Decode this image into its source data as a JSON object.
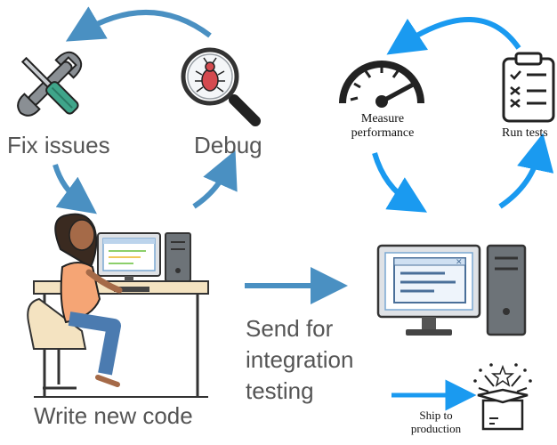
{
  "labels": {
    "fix_issues": "Fix issues",
    "debug": "Debug",
    "write_new_code": "Write new code",
    "send_for": "Send for",
    "integration": "integration",
    "testing": "testing",
    "measure": "Measure",
    "performance": "performance",
    "run_tests": "Run tests",
    "ship_to": "Ship to",
    "production": "production"
  },
  "icons": [
    "wrench-screwdriver-icon",
    "bug-magnifier-icon",
    "speedometer-icon",
    "checklist-icon",
    "developer-at-desk-icon",
    "computer-icon",
    "gift-box-icon"
  ],
  "colors": {
    "dev_loop_arrows": "#4a90c2",
    "test_loop_arrows": "#1a9af0",
    "label_gray": "#555555"
  }
}
